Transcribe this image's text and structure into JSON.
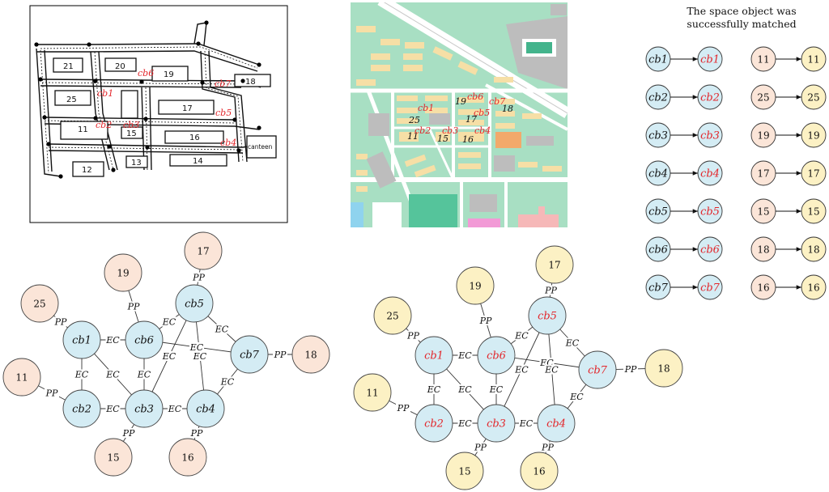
{
  "colors": {
    "blue_node": "#d4ecf4",
    "orange_node": "#fbe5d8",
    "yellow_node": "#fcf1c4",
    "red_label": "#e3262b",
    "map_green": "#a8dfc3",
    "map_building": "#f6dfa6",
    "map_road": "#ffffff",
    "map_gray": "#bdbdbd"
  },
  "sketch_map": {
    "building_labels": [
      "21",
      "20",
      "19",
      "18",
      "25",
      "17",
      "11",
      "15",
      "16",
      "13",
      "12",
      "14"
    ],
    "canteen_label": "canteen",
    "region_labels": [
      "cb1",
      "cb2",
      "cb3",
      "cb4",
      "cb5",
      "cb6",
      "cb7"
    ]
  },
  "real_map": {
    "building_labels": [
      "25",
      "19",
      "17",
      "18",
      "11",
      "15",
      "16"
    ],
    "region_labels": [
      "cb1",
      "cb2",
      "cb3",
      "cb4",
      "cb5",
      "cb6",
      "cb7"
    ]
  },
  "match_panel": {
    "title_line1": "The space object was",
    "title_line2": "successfully matched",
    "left_pairs": [
      {
        "from": "cb1",
        "to": "cb1"
      },
      {
        "from": "cb2",
        "to": "cb2"
      },
      {
        "from": "cb3",
        "to": "cb3"
      },
      {
        "from": "cb4",
        "to": "cb4"
      },
      {
        "from": "cb5",
        "to": "cb5"
      },
      {
        "from": "cb6",
        "to": "cb6"
      },
      {
        "from": "cb7",
        "to": "cb7"
      }
    ],
    "right_pairs": [
      {
        "from": "11",
        "to": "11"
      },
      {
        "from": "25",
        "to": "25"
      },
      {
        "from": "19",
        "to": "19"
      },
      {
        "from": "17",
        "to": "17"
      },
      {
        "from": "15",
        "to": "15"
      },
      {
        "from": "18",
        "to": "18"
      },
      {
        "from": "16",
        "to": "16"
      }
    ]
  },
  "graphs": {
    "nodes": [
      {
        "id": "cb1",
        "kind": "region"
      },
      {
        "id": "cb2",
        "kind": "region"
      },
      {
        "id": "cb3",
        "kind": "region"
      },
      {
        "id": "cb4",
        "kind": "region"
      },
      {
        "id": "cb5",
        "kind": "region"
      },
      {
        "id": "cb6",
        "kind": "region"
      },
      {
        "id": "cb7",
        "kind": "region"
      },
      {
        "id": "25",
        "kind": "building"
      },
      {
        "id": "19",
        "kind": "building"
      },
      {
        "id": "17",
        "kind": "building"
      },
      {
        "id": "18",
        "kind": "building"
      },
      {
        "id": "11",
        "kind": "building"
      },
      {
        "id": "15",
        "kind": "building"
      },
      {
        "id": "16",
        "kind": "building"
      }
    ],
    "edges": [
      {
        "a": "cb1",
        "b": "cb6",
        "label": "EC"
      },
      {
        "a": "cb1",
        "b": "cb2",
        "label": "EC"
      },
      {
        "a": "cb1",
        "b": "cb3",
        "label": "EC"
      },
      {
        "a": "cb6",
        "b": "cb5",
        "label": "EC"
      },
      {
        "a": "cb6",
        "b": "cb7",
        "label": "EC"
      },
      {
        "a": "cb6",
        "b": "cb3",
        "label": "EC"
      },
      {
        "a": "cb5",
        "b": "cb7",
        "label": "EC"
      },
      {
        "a": "cb5",
        "b": "cb3",
        "label": "EC"
      },
      {
        "a": "cb5",
        "b": "cb4",
        "label": "EC"
      },
      {
        "a": "cb2",
        "b": "cb3",
        "label": "EC"
      },
      {
        "a": "cb3",
        "b": "cb4",
        "label": "EC"
      },
      {
        "a": "cb4",
        "b": "cb7",
        "label": "EC"
      },
      {
        "a": "25",
        "b": "cb1",
        "label": "PP"
      },
      {
        "a": "19",
        "b": "cb6",
        "label": "PP"
      },
      {
        "a": "17",
        "b": "cb5",
        "label": "PP"
      },
      {
        "a": "18",
        "b": "cb7",
        "label": "PP"
      },
      {
        "a": "11",
        "b": "cb2",
        "label": "PP"
      },
      {
        "a": "15",
        "b": "cb3",
        "label": "PP"
      },
      {
        "a": "16",
        "b": "cb4",
        "label": "PP"
      }
    ]
  }
}
